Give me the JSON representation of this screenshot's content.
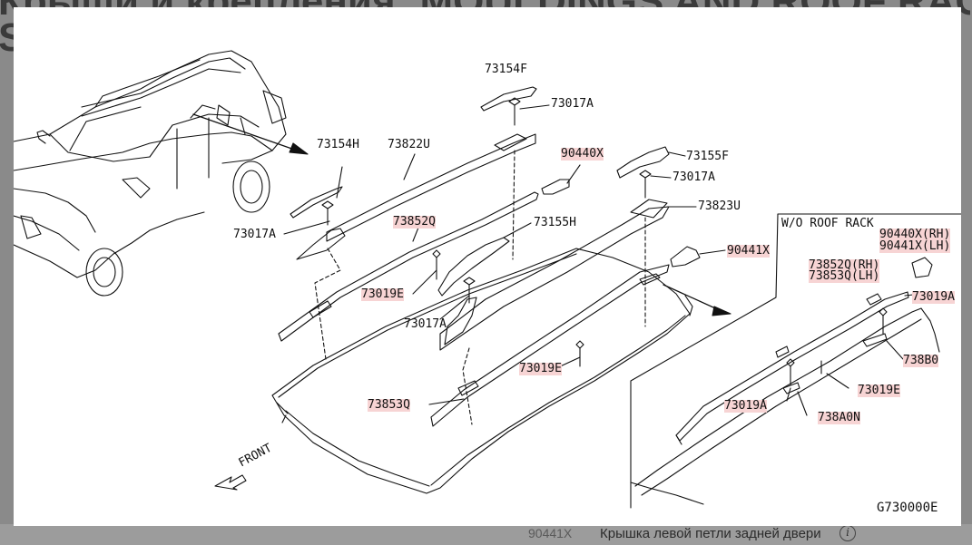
{
  "background": {
    "title_line1": "Крыши и крепления: MOULDINGS AND ROOF RACKS",
    "title_line2": "S"
  },
  "footer": {
    "part_code": "90441X",
    "description": "Крышка левой петли задней двери",
    "info_icon": "info-circle-icon"
  },
  "diagram": {
    "labels": {
      "p73154F": "73154F",
      "p73017A_1": "73017A",
      "p73154H": "73154H",
      "p73822U": "73822U",
      "p90440X": "90440X",
      "p73155F": "73155F",
      "p73017A_2": "73017A",
      "p73017A_3": "73017A",
      "p73852Q": "73852Q",
      "p73155H": "73155H",
      "p73823U": "73823U",
      "p90441X": "90441X",
      "p73019E_1": "73019E",
      "p73017A_4": "73017A",
      "p73019E_2": "73019E",
      "p73853Q": "73853Q",
      "front": "FRONT",
      "wo_roof_rack": "W/O ROOF RACK",
      "p90440X_rh": "90440X(RH)",
      "p90441X_lh": "90441X(LH)",
      "p73852Q_rh": "73852Q(RH)",
      "p73853Q_lh": "73853Q(LH)",
      "p73019A_1": "73019A",
      "p738B0": "738B0",
      "p73019E_3": "73019E",
      "p73019A_2": "73019A",
      "p738A0N": "738A0N",
      "figure_code": "G730000E"
    }
  }
}
